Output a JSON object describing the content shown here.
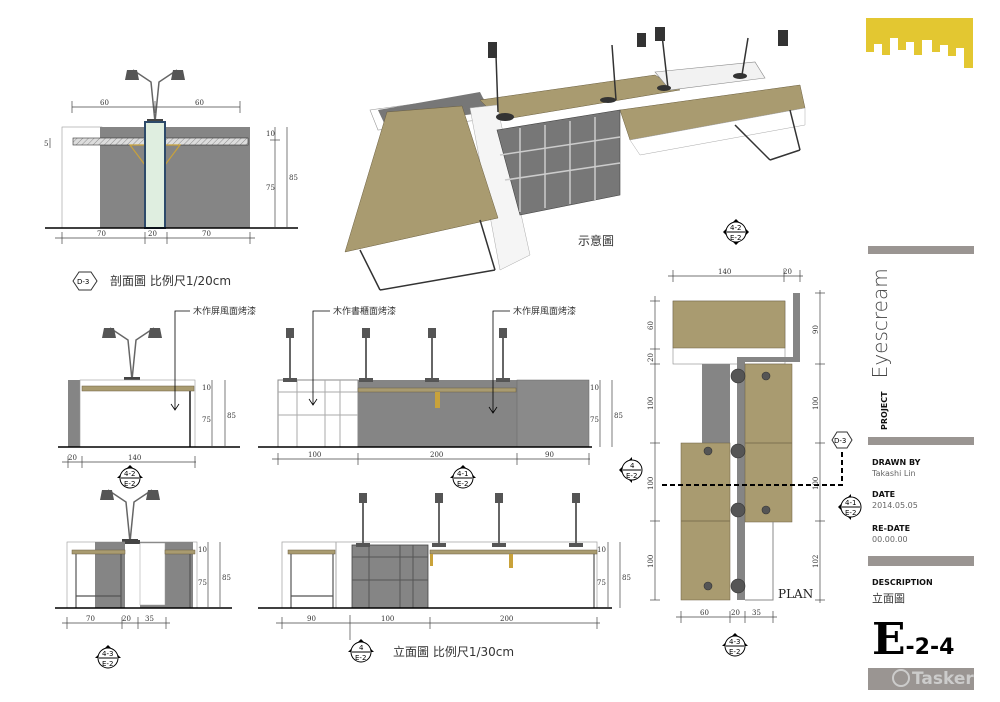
{
  "section": {
    "marker": "D-3",
    "title": "剖面圖  比例尺1/20cm",
    "dims_top": [
      "60",
      "60"
    ],
    "dims_bottom": [
      "70",
      "20",
      "70"
    ],
    "dims_left": [
      "5"
    ],
    "dims_right": [
      "10",
      "75",
      "85"
    ]
  },
  "perspective": {
    "caption": "示意圖",
    "marker": {
      "top": "4-2",
      "bottom": "E-2"
    }
  },
  "elev_4_2": {
    "note": "木作屏風面烤漆",
    "dims_bottom": [
      "20",
      "140"
    ],
    "dims_right": [
      "10",
      "75",
      "85"
    ],
    "marker": {
      "top": "4-2",
      "bottom": "E-2"
    }
  },
  "elev_4_1": {
    "note_left": "木作書櫃面烤漆",
    "note_right": "木作屏風面烤漆",
    "dims_bottom": [
      "100",
      "200",
      "90"
    ],
    "dims_right": [
      "10",
      "75",
      "85"
    ],
    "marker": {
      "top": "4-1",
      "bottom": "E-2"
    },
    "side_marker": {
      "top": "4",
      "bottom": "E-2"
    }
  },
  "elev_4_3": {
    "dims_bottom": [
      "70",
      "20",
      "35"
    ],
    "dims_right": [
      "10",
      "75",
      "85"
    ],
    "marker": {
      "top": "4-3",
      "bottom": "E-2"
    }
  },
  "elev_4": {
    "dims_bottom": [
      "90",
      "100",
      "200"
    ],
    "dims_right": [
      "10",
      "75",
      "85"
    ],
    "marker": {
      "top": "4",
      "bottom": "E-2"
    },
    "title": "立面圖  比例尺1/30cm"
  },
  "plan": {
    "label": "PLAN",
    "dims_top": [
      "140",
      "20"
    ],
    "dims_left": [
      "60",
      "20",
      "100",
      "100",
      "100"
    ],
    "dims_right": [
      "90",
      "100",
      "100",
      "102"
    ],
    "dims_bottom": [
      "60",
      "20",
      "35"
    ],
    "section_marker": "D-3",
    "marker_right": {
      "top": "4-1",
      "bottom": "E-2"
    },
    "marker_bottom": {
      "top": "4-3",
      "bottom": "E-2"
    }
  },
  "title_block": {
    "project_label": "PROJECT",
    "project": "Eyescream",
    "drawn_by_label": "DRAWN BY",
    "drawn_by": "Takashi Lin",
    "date_label": "DATE",
    "date": "2014.05.05",
    "redate_label": "RE-DATE",
    "redate": "00.00.00",
    "description_label": "DESCRIPTION",
    "description": "立面圖",
    "sheet_letter": "E",
    "sheet_number": "-2-4",
    "watermark": "Tasker",
    "logo_color": "#e3c731"
  }
}
